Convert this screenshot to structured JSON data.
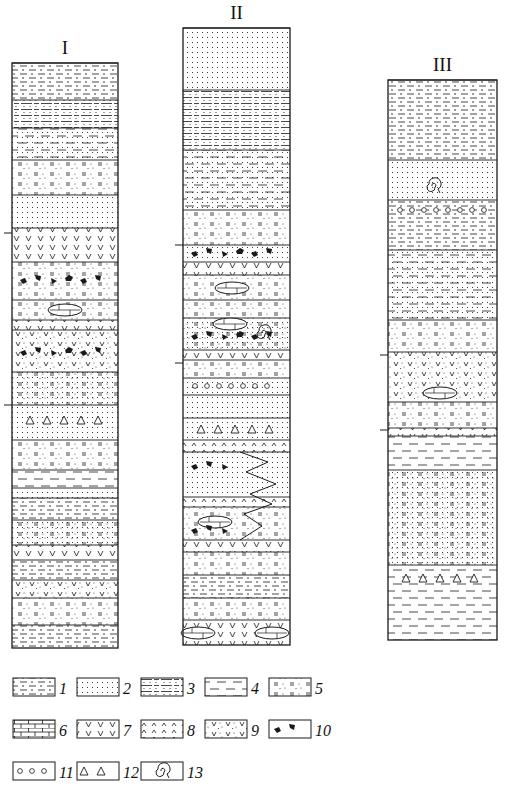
{
  "diagram": {
    "nodes": [
      {
        "text": [
          "I"
        ]
      },
      {
        "text": [
          "II"
        ]
      },
      {
        "text": [
          "III"
        ]
      }
    ],
    "legend": [
      {
        "text": "1"
      },
      {
        "text": "2"
      },
      {
        "text": "3"
      },
      {
        "text": "4"
      },
      {
        "text": "5"
      },
      {
        "text": "6"
      },
      {
        "text": "7"
      },
      {
        "text": "8"
      },
      {
        "text": "9"
      },
      {
        "text": "10"
      },
      {
        "text": "11"
      },
      {
        "text": "12"
      },
      {
        "text": "13"
      }
    ]
  }
}
